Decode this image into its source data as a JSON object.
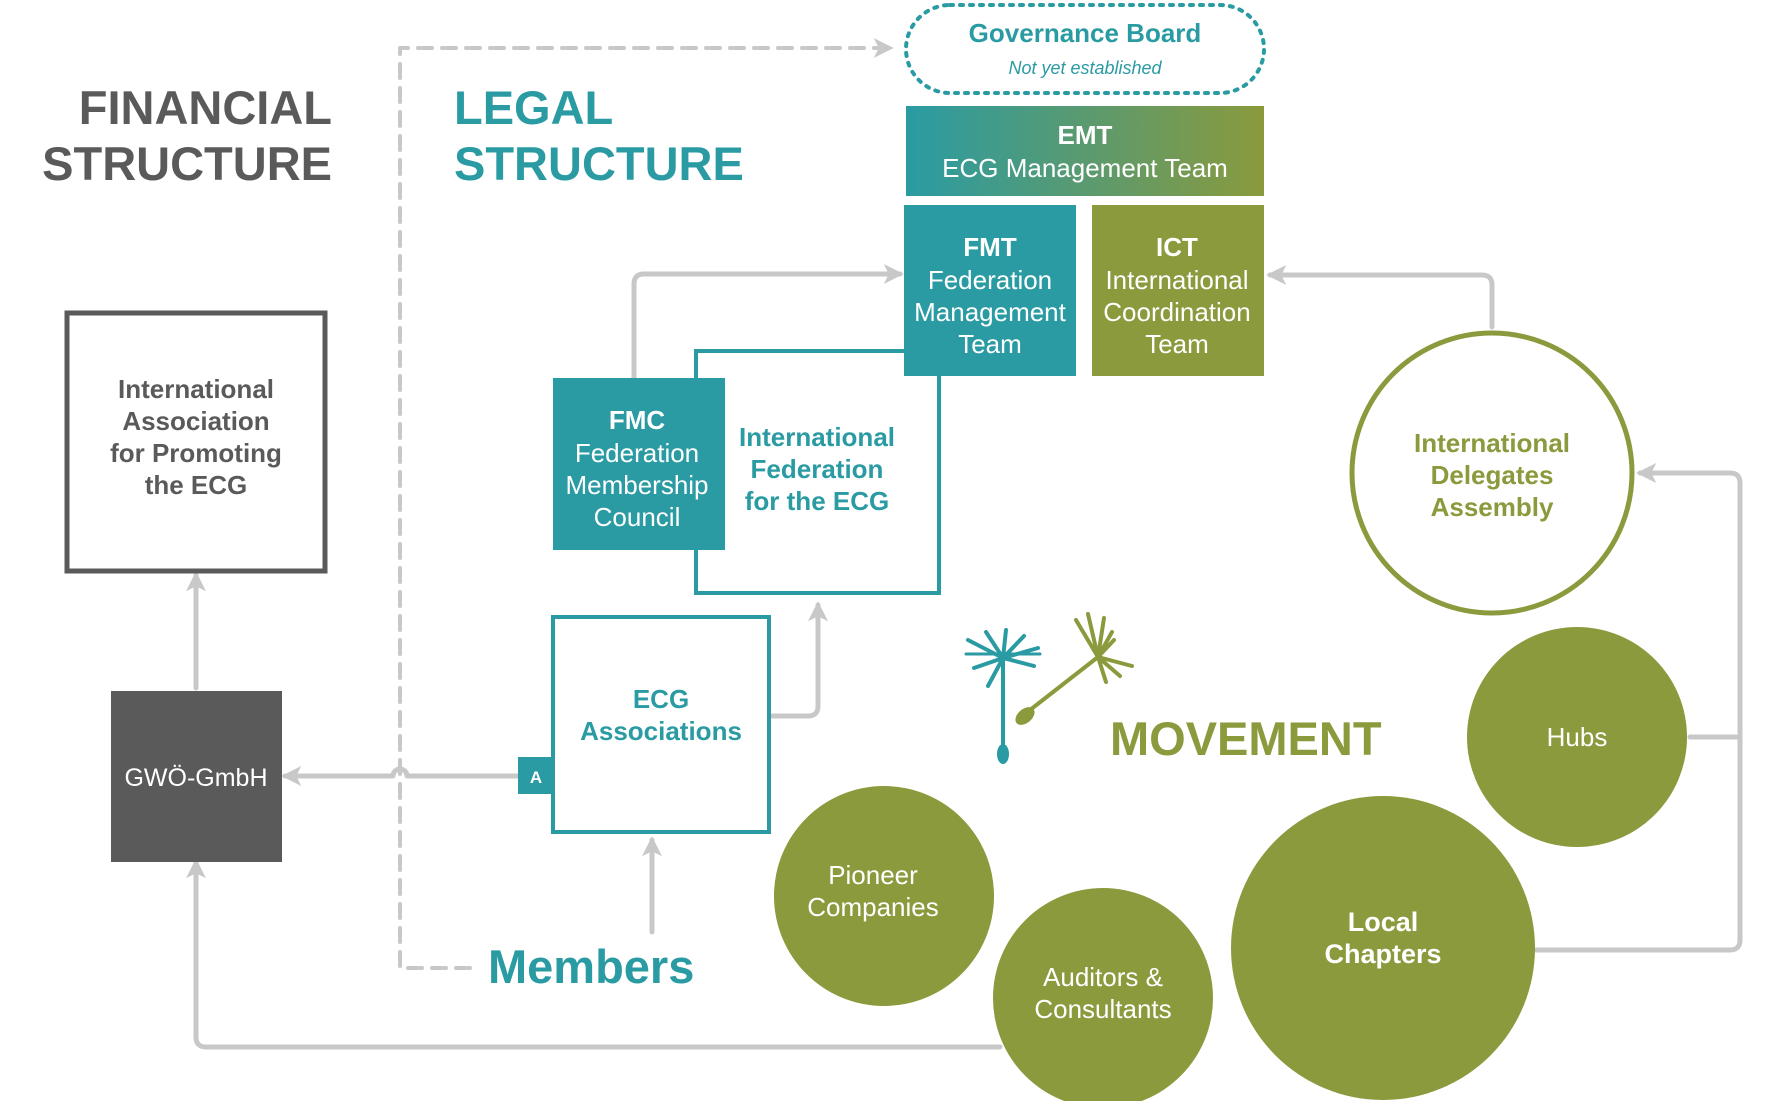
{
  "colors": {
    "teal": "#2a9ba3",
    "olive": "#8a9a3c",
    "dark_gray": "#5a5a5a",
    "connector_gray": "#c8c8c8",
    "white": "#ffffff"
  },
  "headings": {
    "financial": [
      "FINANCIAL",
      "STRUCTURE"
    ],
    "legal": [
      "LEGAL",
      "STRUCTURE"
    ],
    "movement": "MOVEMENT",
    "members": "Members"
  },
  "governance_board": {
    "title": "Governance Board",
    "subtitle": "Not yet established"
  },
  "emt": {
    "abbr": "EMT",
    "name": "ECG Management Team"
  },
  "fmt": {
    "abbr": "FMT",
    "lines": [
      "Federation",
      "Management",
      "Team"
    ]
  },
  "ict": {
    "abbr": "ICT",
    "lines": [
      "International",
      "Coordination",
      "Team"
    ]
  },
  "fmc": {
    "abbr": "FMC",
    "lines": [
      "Federation",
      "Membership",
      "Council"
    ]
  },
  "federation": {
    "lines": [
      "International",
      "Federation",
      "for the ECG"
    ]
  },
  "association_intl": {
    "lines": [
      "International",
      "Association",
      "for Promoting",
      "the ECG"
    ]
  },
  "gmbh": {
    "label": "GWÖ-GmbH"
  },
  "ecg_associations": {
    "lines": [
      "ECG",
      "Associations"
    ],
    "badge": "A"
  },
  "delegates_assembly": {
    "lines": [
      "International",
      "Delegates",
      "Assembly"
    ]
  },
  "hubs": {
    "label": "Hubs"
  },
  "local_chapters": {
    "lines": [
      "Local",
      "Chapters"
    ]
  },
  "pioneer_companies": {
    "lines": [
      "Pioneer",
      "Companies"
    ]
  },
  "auditors": {
    "lines": [
      "Auditors &",
      "Consultants"
    ]
  },
  "icons": {
    "teal_flower": "dandelion-seed-icon",
    "olive_seed": "dandelion-seed-icon"
  }
}
